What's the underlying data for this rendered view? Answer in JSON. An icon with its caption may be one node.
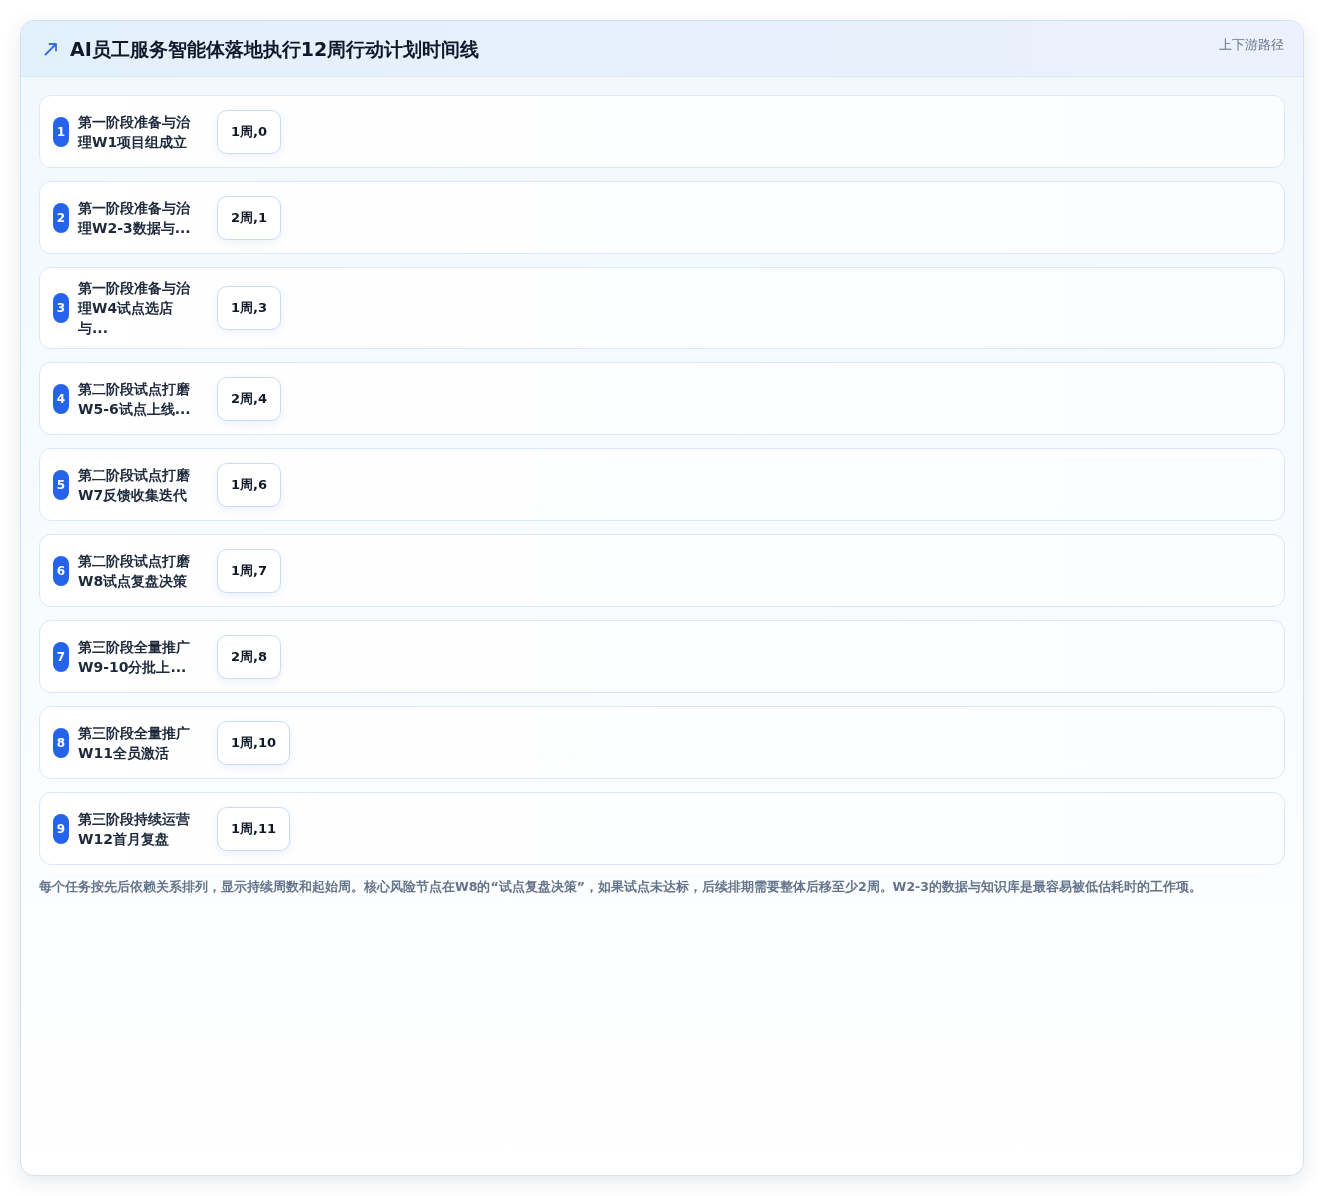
{
  "diagram": {
    "title": "AI员工服务智能体落地执行12周行动计划时间线",
    "caption": "每个任务按先后依赖关系排列，显示持续周数和起始周。核心风险节点在W8的“试点复盘决策”，如果试点未达标，后续排期需要整体后移至少2周。W2-3的数据与知识库是最容易被低估耗时的工作项。",
    "labels": [
      "上下游路径"
    ],
    "nodes": [
      {
        "text": [
          "第一阶段准备与治理W1项目组成立"
        ]
      },
      {
        "text": [
          "1"
        ],
        "in": 0
      },
      {
        "text": [
          "1周,0"
        ],
        "in": 0
      },
      {
        "text": [
          "第一阶段准备与治理W2-3数据与..."
        ]
      },
      {
        "text": [
          "2"
        ],
        "in": 3
      },
      {
        "text": [
          "2周,1"
        ],
        "in": 3
      },
      {
        "text": [
          "第一阶段准备与治理W4试点选店与..."
        ]
      },
      {
        "text": [
          "3"
        ],
        "in": 6
      },
      {
        "text": [
          "1周,3"
        ],
        "in": 6
      },
      {
        "text": [
          "第二阶段试点打磨W5-6试点上线..."
        ]
      },
      {
        "text": [
          "4"
        ],
        "in": 9
      },
      {
        "text": [
          "2周,4"
        ],
        "in": 9
      },
      {
        "text": [
          "第二阶段试点打磨W7反馈收集迭代"
        ]
      },
      {
        "text": [
          "5"
        ],
        "in": 12
      },
      {
        "text": [
          "1周,6"
        ],
        "in": 12
      },
      {
        "text": [
          "第二阶段试点打磨W8试点复盘决策"
        ]
      },
      {
        "text": [
          "6"
        ],
        "in": 15
      },
      {
        "text": [
          "1周,7"
        ],
        "in": 15
      },
      {
        "text": [
          "第三阶段全量推广W9-10分批上..."
        ]
      },
      {
        "text": [
          "7"
        ],
        "in": 18
      },
      {
        "text": [
          "2周,8"
        ],
        "in": 18
      },
      {
        "text": [
          "第三阶段全量推广W11全员激活"
        ]
      },
      {
        "text": [
          "8"
        ],
        "in": 21
      },
      {
        "text": [
          "1周,10"
        ],
        "in": 21
      },
      {
        "text": [
          "第三阶段持续运营W12首月复盘"
        ]
      },
      {
        "text": [
          "9"
        ],
        "in": 24
      },
      {
        "text": [
          "1周,11"
        ],
        "in": 24
      }
    ]
  }
}
